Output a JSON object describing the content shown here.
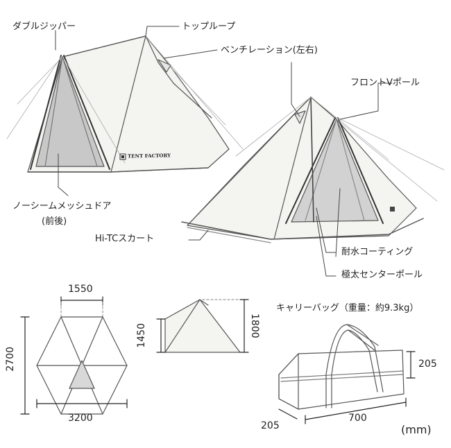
{
  "labels": {
    "double_zipper": "ダブルジッパー",
    "top_loop": "トップループ",
    "ventilation": "ベンチレーション(左右)",
    "front_v_pole": "フロントVポール",
    "no_seam_mesh_door": "ノーシームメッシュドア",
    "no_seam_mesh_door_sub": "(前後)",
    "hitc_skirt": "Hi-TCスカート",
    "waterproof_coating": "耐水コーティング",
    "thick_center_pole": "極太センターポール",
    "carry_bag": "キャリーバッグ（重量：約9.3kg）",
    "brand_logo": "TENT FACTORY"
  },
  "dimensions": {
    "hex_top": "1550",
    "hex_height": "2700",
    "hex_width": "3200",
    "side_low": "1450",
    "side_high": "1800",
    "bag_height": "205",
    "bag_length": "700",
    "bag_depth": "205",
    "unit": "(mm)"
  }
}
